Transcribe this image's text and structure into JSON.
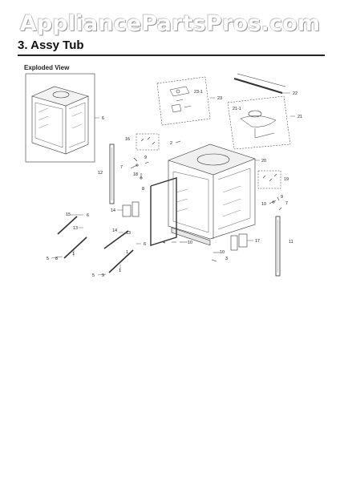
{
  "watermark": "AppliancePartsPros.com",
  "section": {
    "title": "3.  Assy Tub",
    "subtitle": "Exploded View"
  },
  "callouts": [
    "6",
    "23",
    "23-1",
    "22",
    "21-1",
    "21",
    "2",
    "20",
    "16",
    "9",
    "7",
    "18",
    "12",
    "19",
    "8",
    "9",
    "10",
    "7",
    "14",
    "15",
    "13",
    "6",
    "13",
    "14",
    "6",
    "4",
    "10",
    "17",
    "10",
    "11",
    "3",
    "5",
    "8",
    "5",
    "9",
    "1",
    "1",
    "1"
  ]
}
